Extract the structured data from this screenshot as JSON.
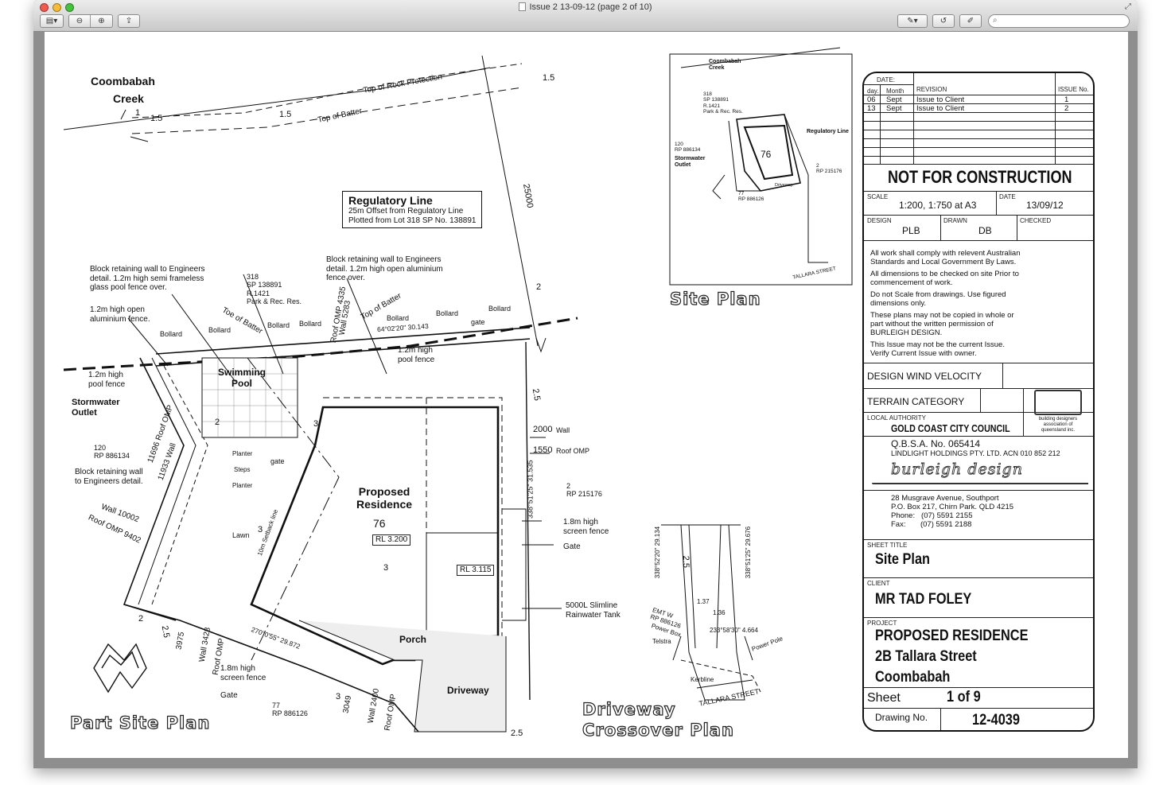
{
  "window": {
    "title": "Issue 2 13-09-12 (page 2 of 10)",
    "search_placeholder": ""
  },
  "plan": {
    "creek_line1": "Coombabah",
    "creek_line2": "Creek",
    "dim_1_5_a": "1.5",
    "dim_1_5_b": "1.5",
    "dim_1_5_c": "1.5",
    "dim_1": "1",
    "top_of_rock_protection": "Top of Rock Protection",
    "top_of_batter_a": "Top of Batter",
    "top_of_batter_b": "Top of Batter",
    "toe_of_batter": "Toe of Batter",
    "reg_line_title": "Regulatory Line",
    "reg_line_1": "25m Offset from Regulatory Line",
    "reg_line_2": "Plotted from Lot 318 SP No. 138891",
    "dim_25000": "25000",
    "block_wall_1_l1": "Block retaining wall to Engineers",
    "block_wall_1_l2": "detail. 1.2m high semi frameless",
    "block_wall_1_l3": "glass pool fence over.",
    "block_wall_2_l1": "Block retaining wall to Engineers",
    "block_wall_2_l2": "detail. 1.2m high open aluminium",
    "block_wall_2_l3": "fence over.",
    "lot318_l1": "318",
    "lot318_l2": "SP 138891",
    "lot318_l3": "R.1421",
    "lot318_l4": "Park & Rec. Res.",
    "roof_omp_4335": "Roof OMP 4335",
    "wall_5283": "Wall 5283",
    "bollard": "Bollard",
    "gate": "gate",
    "bearing_top": "64°02'20\"   30.143",
    "open_fence_l1": "1.2m high open",
    "open_fence_l2": "aluminium fence.",
    "pool_fence_l1": "1.2m high",
    "pool_fence_l2": "pool fence",
    "pool_fence_b_l1": "1.2m high",
    "pool_fence_b_l2": "pool fence",
    "swimming_pool_l1": "Swimming",
    "swimming_pool_l2": "Pool",
    "stormwater_l1": "Stormwater",
    "stormwater_l2": "Outlet",
    "lot120_l1": "120",
    "lot120_l2": "RP 886134",
    "block_wall_3_l1": "Block retaining wall",
    "block_wall_3_l2": "to Engineers detail.",
    "roof_omp_11696": "11696 Roof OMP",
    "wall_11933": "11933 Wall",
    "wall_10002": "Wall 10002",
    "roof_omp_9402": "Roof OMP 9402",
    "dim_2000": "2000",
    "wall_word": "Wall",
    "dim_1550": "1550",
    "roof_omp_word": "Roof OMP",
    "bearing_right": "338°51'25\"  31.535",
    "lot2_l1": "2",
    "lot2_l2": "RP 215176",
    "proposed_l1": "Proposed",
    "proposed_l2": "Residence",
    "lot_no": "76",
    "rl_3200": "RL 3.200",
    "rl_3115": "RL 3.115",
    "screen_fence_l1": "1.8m high",
    "screen_fence_l2": "screen fence",
    "gate_word": "Gate",
    "tank_l1": "5000L Slimline",
    "tank_l2": "Rainwater Tank",
    "planter": "Planter",
    "steps": "Steps",
    "lawn": "Lawn",
    "setback_line": "10m Setback line",
    "porch": "Porch",
    "driveway": "Driveway",
    "screen_fence_b_l1": "1.8m high",
    "screen_fence_b_l2": "screen fence",
    "gate_b": "Gate",
    "lot77_l1": "77",
    "lot77_l2": "RP 886126",
    "bearing_bottom": "270°0'55\"   29.872",
    "dim_3975": "3975",
    "wall_3428": "Wall 3428",
    "roof_omp_b": "Roof OMP",
    "dim_3049": "3049",
    "wall_2400": "Wall 2400",
    "roof_omp_c": "Roof OMP",
    "dim_3": "3",
    "dim_2": "2",
    "dim_2_5": "2.5",
    "part_site_plan": "Part Site Plan",
    "driveway_xover_l1": "Driveway",
    "driveway_xover_l2": "Crossover Plan",
    "site_plan_inset": "Site Plan",
    "inset_creek_l1": "Coombabah",
    "inset_creek_l2": "Creek",
    "inset_318": "318\nSP 138891\nR.1421\nPark & Rec. Res.",
    "inset_reg": "Regulatory Line",
    "inset_120": "120\nRP 886134",
    "inset_storm": "Stormwater\nOutlet",
    "inset_77": "77\nRP 886126",
    "inset_2": "2\nRP 215176",
    "inset_street": "TALLARA STREET",
    "inset_driveway": "Driveway",
    "inset_lot": "76",
    "xover_kerbline": "Kerbline",
    "xover_street": "TALLARA STREET",
    "xover_telstra": "Telstra",
    "xover_power": "Power Pole",
    "xover_emt": "EMT W\nRP 886126",
    "xover_bearing_l": "338°52'20\"  29.134",
    "xover_bearing_r": "338°51'25\"  29.676",
    "xover_bearing_b": "233°58'30\"  4.664",
    "xover_1_37": "1.37",
    "xover_1_36": "1.36",
    "xover_2_5": "2.5",
    "xover_power_box": "Power Box"
  },
  "title_block": {
    "date_cap": "DATE:",
    "day_cap": "day.",
    "month_cap": "Month",
    "revision_cap": "REVISION",
    "issue_cap": "ISSUE No.",
    "rev1_day": "06",
    "rev1_month": "Sept",
    "rev1_desc": "Issue to Client",
    "rev1_issue": "1",
    "rev2_day": "13",
    "rev2_month": "Sept",
    "rev2_desc": "Issue to Client",
    "rev2_issue": "2",
    "not_for_construction": "NOT FOR CONSTRUCTION",
    "scale_cap": "SCALE",
    "scale_val": "1:200, 1:750 at A3",
    "date2_cap": "DATE",
    "date_val": "13/09/12",
    "design_cap": "DESIGN",
    "design_val": "PLB",
    "drawn_cap": "DRAWN",
    "drawn_val": "DB",
    "checked_cap": "CHECKED",
    "note1": "All work shall comply with relevent Australian",
    "note1b": "Standards and Local Government By Laws.",
    "note2": "All dimensions to be checked on site Prior to",
    "note2b": "commencement of work.",
    "note3": "Do not Scale from drawings.  Use figured",
    "note3b": "dimensions only.",
    "note4": "These plans may not be copied in whole or",
    "note4b": "part without the written permission of",
    "note4c": "BURLEIGH DESIGN.",
    "note5": "This Issue may not be the current Issue.",
    "note5b": "Verify Current Issue with owner.",
    "wind": "DESIGN WIND VELOCITY",
    "terrain": "TERRAIN CATEGORY",
    "authority_cap": "LOCAL AUTHORITY",
    "authority": "GOLD COAST CITY COUNCIL",
    "bda_l1": "building designers",
    "bda_l2": "association of",
    "bda_l3": "queensland inc.",
    "qbsa": "Q.B.S.A. No. 065414",
    "holdings": "LINDLIGHT HOLDINGS PTY. LTD. ACN 010 852 212",
    "firm": "burleigh design",
    "addr1": "28 Musgrave Avenue, Southport",
    "addr2": "P.O. Box 217, Chirn Park. QLD  4215",
    "phone_cap": "Phone:",
    "phone": "(07) 5591 2155",
    "fax_cap": "Fax:",
    "fax": "(07) 5591 2188",
    "sheet_title_cap": "SHEET TITLE",
    "sheet_title": "Site Plan",
    "client_cap": "CLIENT",
    "client": "MR TAD FOLEY",
    "project_cap": "PROJECT",
    "project_l1": "PROPOSED RESIDENCE",
    "project_l2": "2B Tallara Street",
    "project_l3": "Coombabah",
    "sheet_cap": "Sheet",
    "sheet_val": "1 of 9",
    "drawing_cap": "Drawing No.",
    "drawing_val": "12-4039"
  }
}
